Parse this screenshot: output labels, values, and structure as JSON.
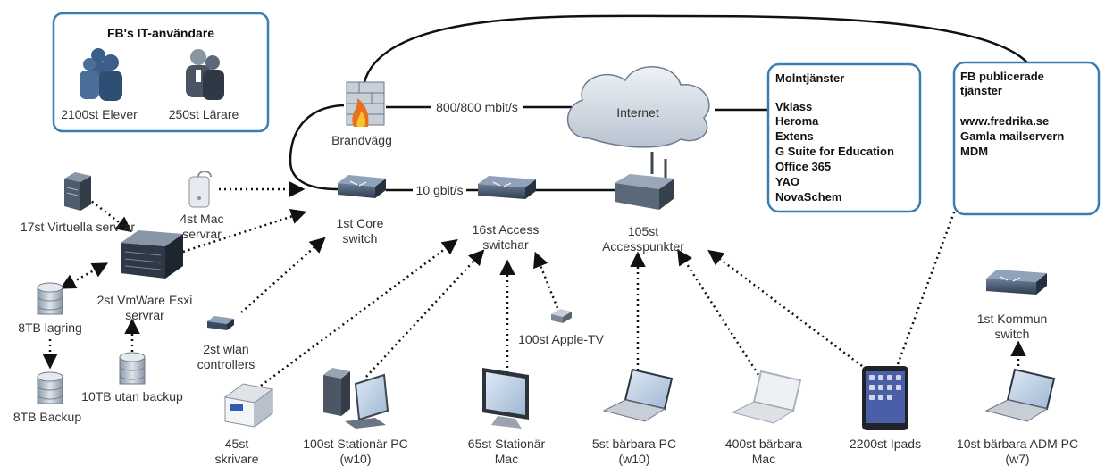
{
  "users_box": {
    "title": "FB's IT-användare",
    "students": "2100st Elever",
    "teachers": "250st Lärare"
  },
  "links": {
    "wan_speed": "800/800 mbit/s",
    "core_speed": "10 gbit/s"
  },
  "nodes": {
    "firewall": "Brandvägg",
    "internet": "Internet",
    "core_switch": [
      "1st Core",
      "switch"
    ],
    "access_switches": [
      "16st Access",
      "switchar"
    ],
    "access_points": [
      "105st",
      "Accesspunkter"
    ],
    "mac_servers": [
      "4st Mac",
      "servrar"
    ],
    "virtual_servers": "17st Virtuella servrar",
    "esxi_servers": [
      "2st VmWare Esxi",
      "servrar"
    ],
    "storage_8tb": "8TB lagring",
    "backup_8tb": "8TB Backup",
    "storage_10tb": "10TB utan backup",
    "wlan_controllers": [
      "2st wlan",
      "controllers"
    ],
    "apple_tv": "100st Apple-TV",
    "printers": [
      "45st",
      "skrivare"
    ],
    "desktop_pc": [
      "100st Stationär PC",
      "(w10)"
    ],
    "desktop_mac": [
      "65st Stationär",
      "Mac"
    ],
    "laptop_pc": [
      "5st bärbara PC",
      "(w10)"
    ],
    "laptop_mac": [
      "400st bärbara",
      "Mac"
    ],
    "ipads": "2200st Ipads",
    "adm_pc": [
      "10st bärbara ADM PC",
      "(w7)"
    ],
    "kommun_switch": [
      "1st Kommun",
      "switch"
    ]
  },
  "cloud_box": {
    "title": "Molntjänster",
    "items": [
      "Vklass",
      "Heroma",
      "Extens",
      "G Suite for Education",
      "Office 365",
      "YAO",
      "NovaSchem"
    ]
  },
  "published_box": {
    "title": [
      "FB publicerade",
      "tjänster"
    ],
    "items": [
      "www.fredrika.se",
      "Gamla mailservern",
      "MDM"
    ]
  },
  "colors": {
    "box_border": "#3a7fb0",
    "line": "#111111",
    "device_blue": "#3b5f8a"
  }
}
